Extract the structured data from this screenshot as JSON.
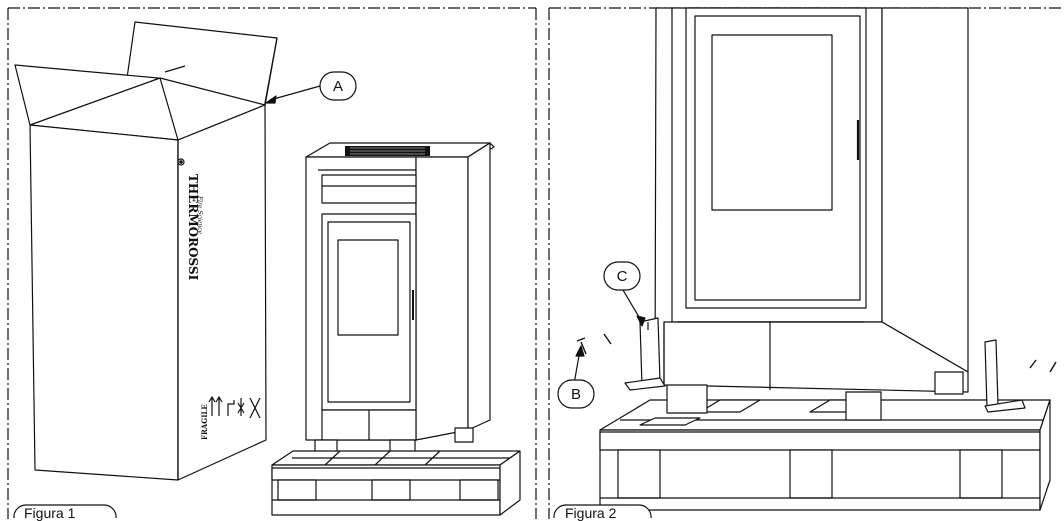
{
  "panels": [
    {
      "caption": "Figura 1",
      "callouts": [
        {
          "letter": "A"
        }
      ],
      "box_print": {
        "brand": "THERMOROSSI",
        "tagline": "Fire Science",
        "fragile": "FRAGILE"
      }
    },
    {
      "caption": "Figura 2",
      "callouts": [
        {
          "letter": "C"
        },
        {
          "letter": "B"
        }
      ]
    }
  ]
}
